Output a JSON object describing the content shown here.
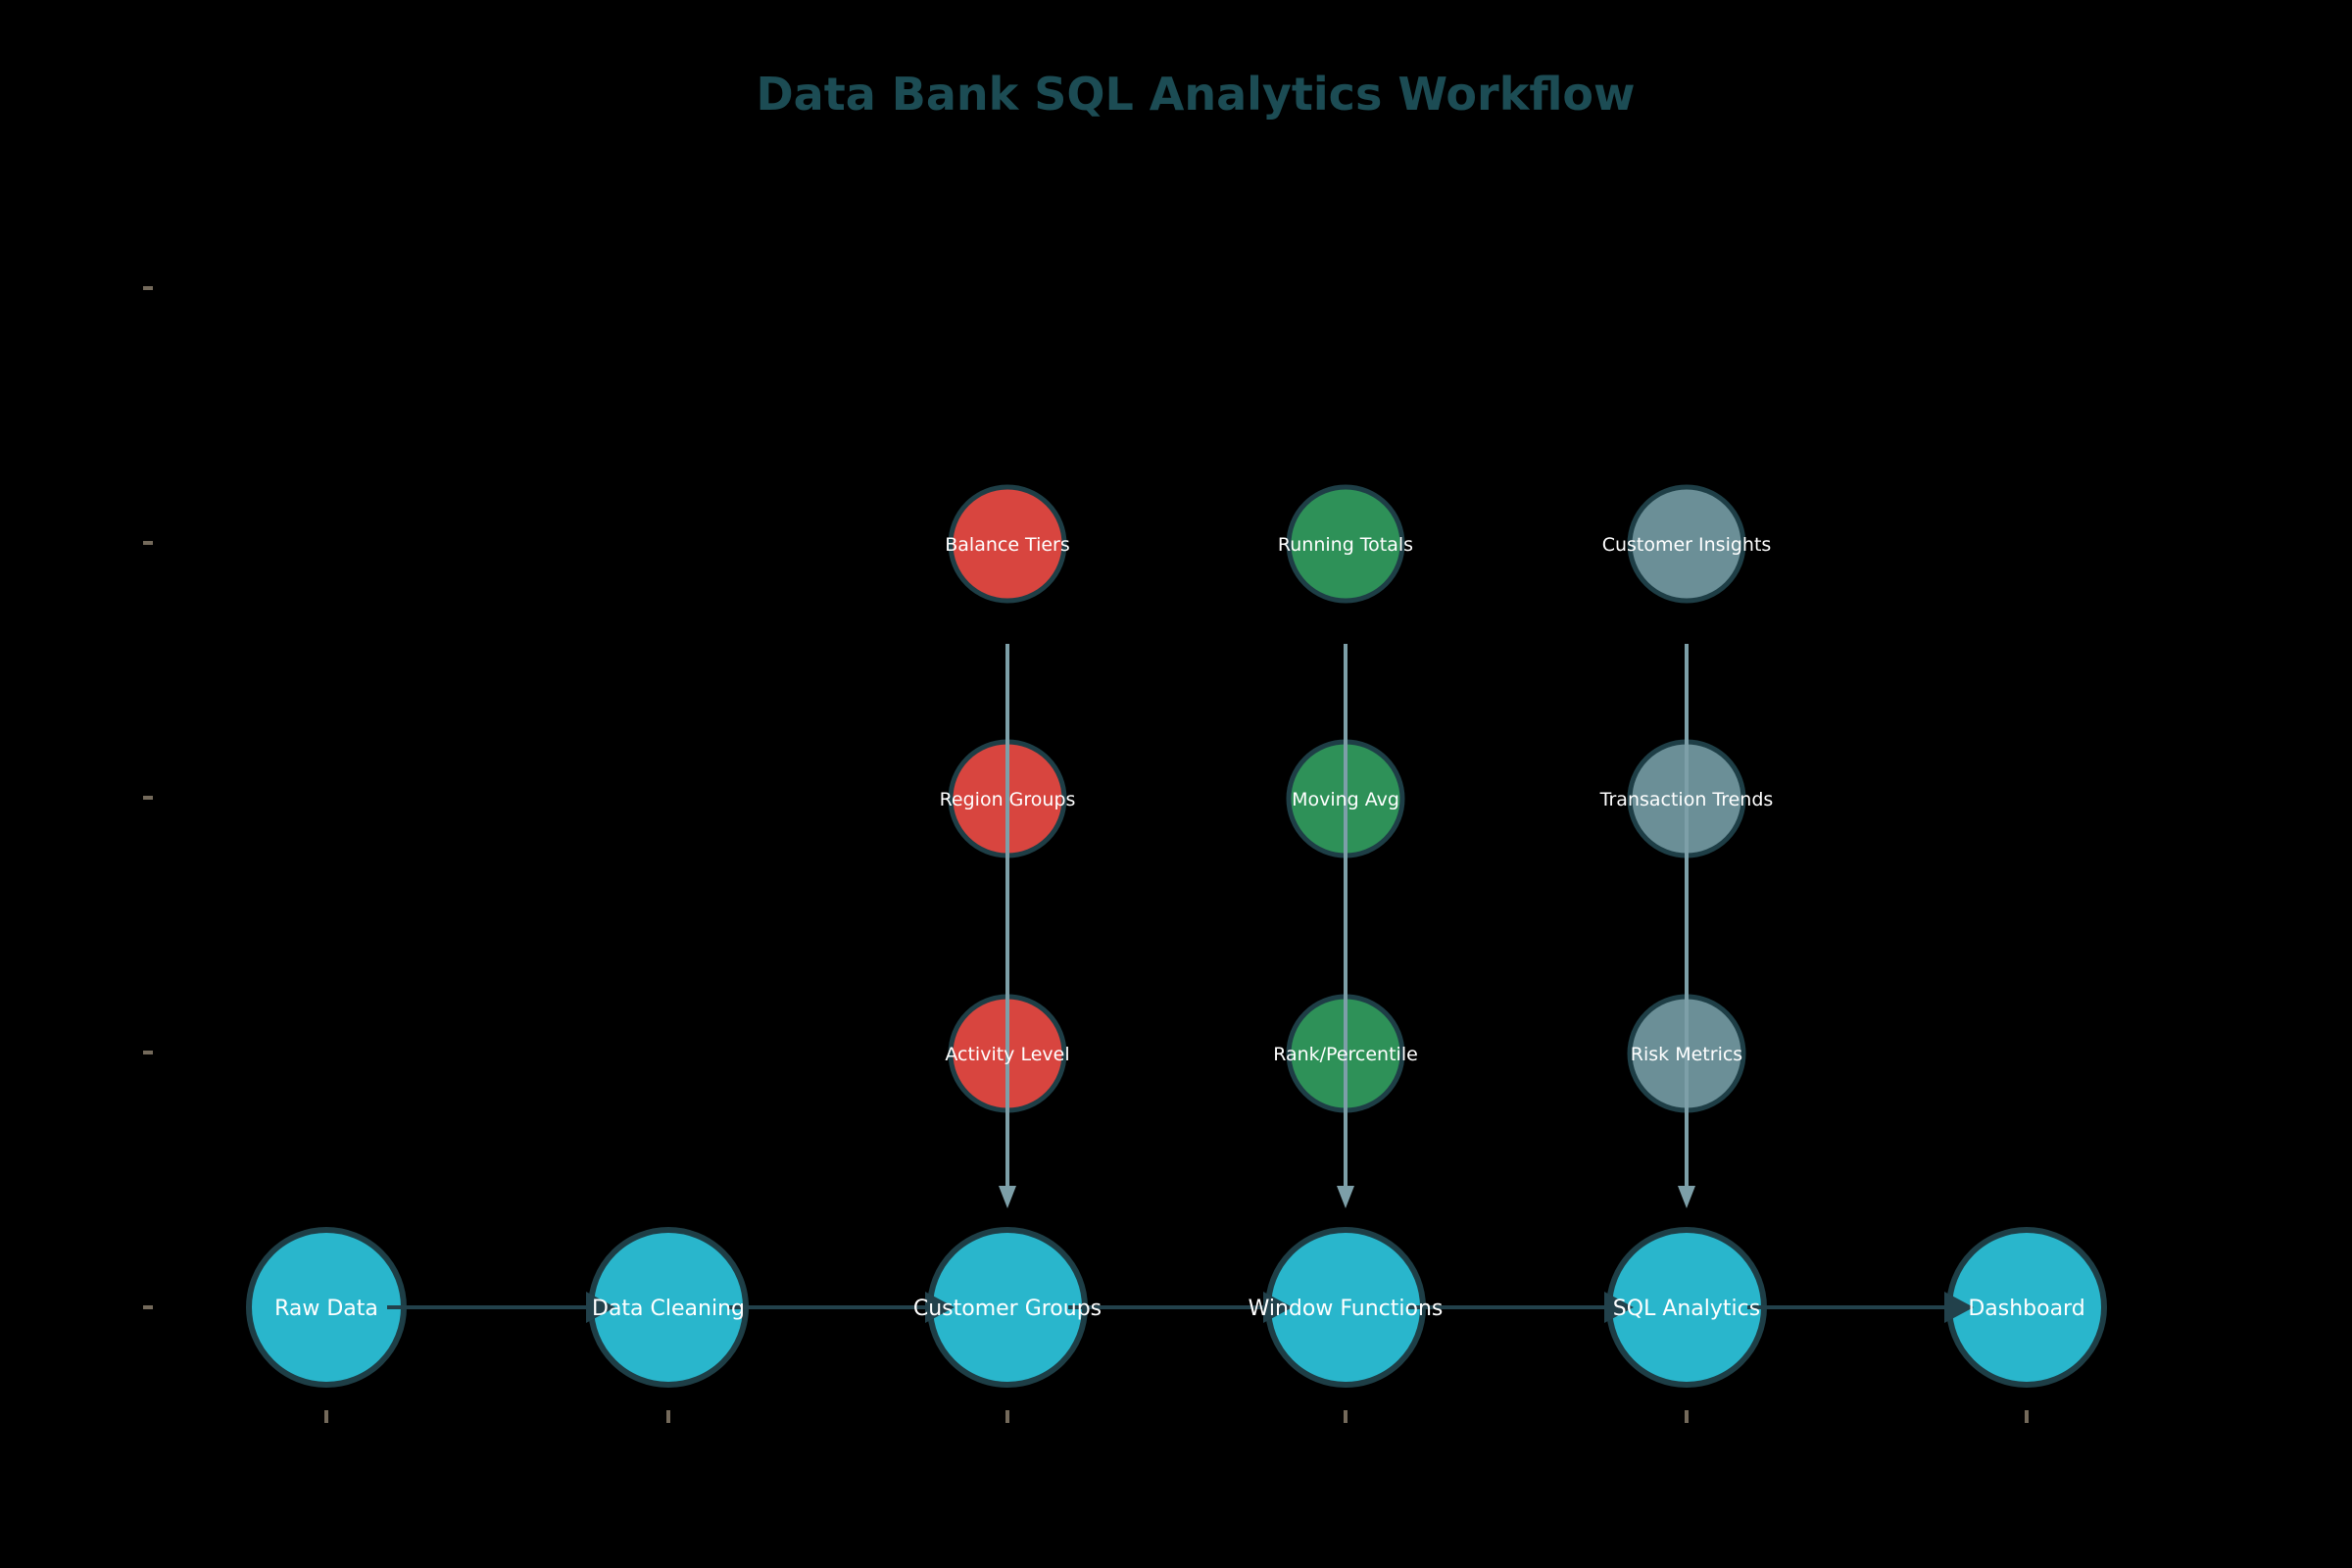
{
  "title": "Data Bank SQL Analytics Workflow",
  "colors": {
    "background": "#000000",
    "title_text": "#1c4c54",
    "node_label_text": "#ffffff",
    "node_border": "#1e3e46",
    "main_node_fill": "#29b6cc",
    "segmentation_node_fill": "#d8453f",
    "window_node_fill": "#2e9158",
    "insights_node_fill": "#6b8f97",
    "flow_edge": "#22414b",
    "branch_edge": "#7d9fa8",
    "axis_tick": "#746a5b"
  },
  "diagram": {
    "main_flow": [
      {
        "label": "Raw Data"
      },
      {
        "label": "Data Cleaning"
      },
      {
        "label": "Customer Groups"
      },
      {
        "label": "Window Functions"
      },
      {
        "label": "SQL Analytics"
      },
      {
        "label": "Dashboard"
      }
    ],
    "branch_columns": [
      {
        "feeds_into": "Customer Groups",
        "nodes": [
          {
            "label": "Balance Tiers"
          },
          {
            "label": "Region Groups"
          },
          {
            "label": "Activity Level"
          }
        ]
      },
      {
        "feeds_into": "Window Functions",
        "nodes": [
          {
            "label": "Running Totals"
          },
          {
            "label": "Moving Avg"
          },
          {
            "label": "Rank/Percentile"
          }
        ]
      },
      {
        "feeds_into": "SQL Analytics",
        "nodes": [
          {
            "label": "Customer Insights"
          },
          {
            "label": "Transaction Trends"
          },
          {
            "label": "Risk Metrics"
          }
        ]
      }
    ]
  }
}
